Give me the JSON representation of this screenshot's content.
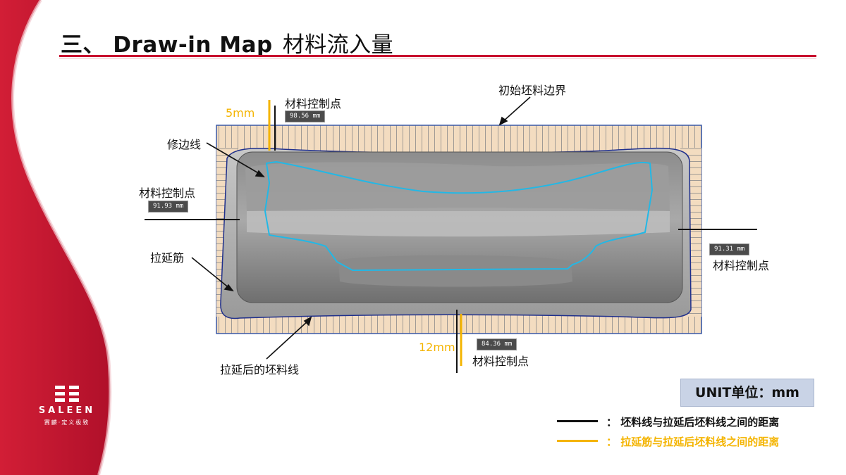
{
  "title": {
    "en": "三、 Draw-in Map",
    "cn": "材料流入量"
  },
  "labels": {
    "initial_blank_edge": "初始坯料边界",
    "control_point_top": "材料控制点",
    "control_point_left": "材料控制点",
    "control_point_right": "材料控制点",
    "control_point_bottom": "材料控制点",
    "trim_line": "修边线",
    "draw_bead": "拉延筋",
    "drawn_blank_line": "拉延后的坯料线"
  },
  "dimensions": {
    "top_yellow": "5mm",
    "bottom_yellow": "12mm",
    "tag_top": "98.56 mm",
    "tag_left": "91.93 mm",
    "tag_right": "91.31 mm",
    "tag_bottom": "84.36 mm"
  },
  "unit_box": "UNIT单位：mm",
  "legend": [
    {
      "text": "：  坯料线与拉延后坯料线之间的距离",
      "color": "#111111"
    },
    {
      "text": "：  拉延筋与拉延后坯料线之间的距离",
      "color": "#f4b400"
    }
  ],
  "logo": {
    "word": "SALEEN",
    "sub": "赛麟·定义极致"
  },
  "colors": {
    "accent": "#c8102e",
    "yellow": "#f4b400",
    "trim_cyan": "#22b8e6",
    "blank_fill": "#f3dcc0"
  }
}
